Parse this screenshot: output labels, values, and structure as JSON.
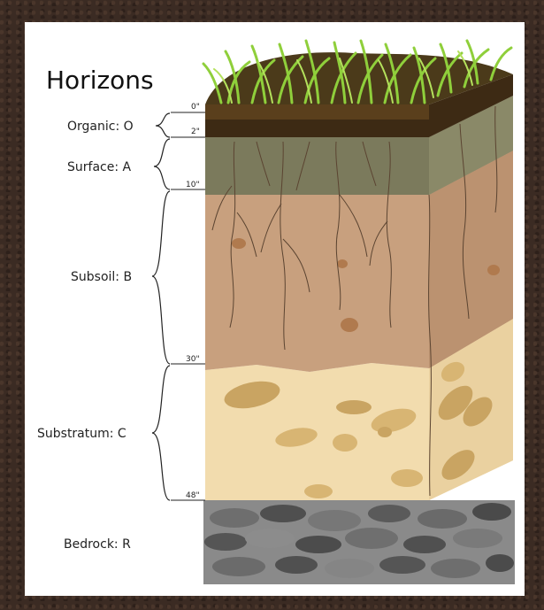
{
  "title": "Horizons",
  "horizons": [
    {
      "label": "Organic: O"
    },
    {
      "label": "Surface: A"
    },
    {
      "label": "Subsoil: B"
    },
    {
      "label": "Substratum: C"
    },
    {
      "label": "Bedrock: R"
    }
  ],
  "depths": [
    "0\"",
    "2\"",
    "10\"",
    "30\"",
    "48\""
  ],
  "colors": {
    "organic": "#3d2a14",
    "organic_side": "#5a3f1c",
    "surface": "#7b7a5c",
    "subsoil": "#c8a07e",
    "substratum": "#f2dcae",
    "bedrock": "#5d5d5d",
    "grass": "#8fcf3b",
    "roots": "#5b4431"
  }
}
